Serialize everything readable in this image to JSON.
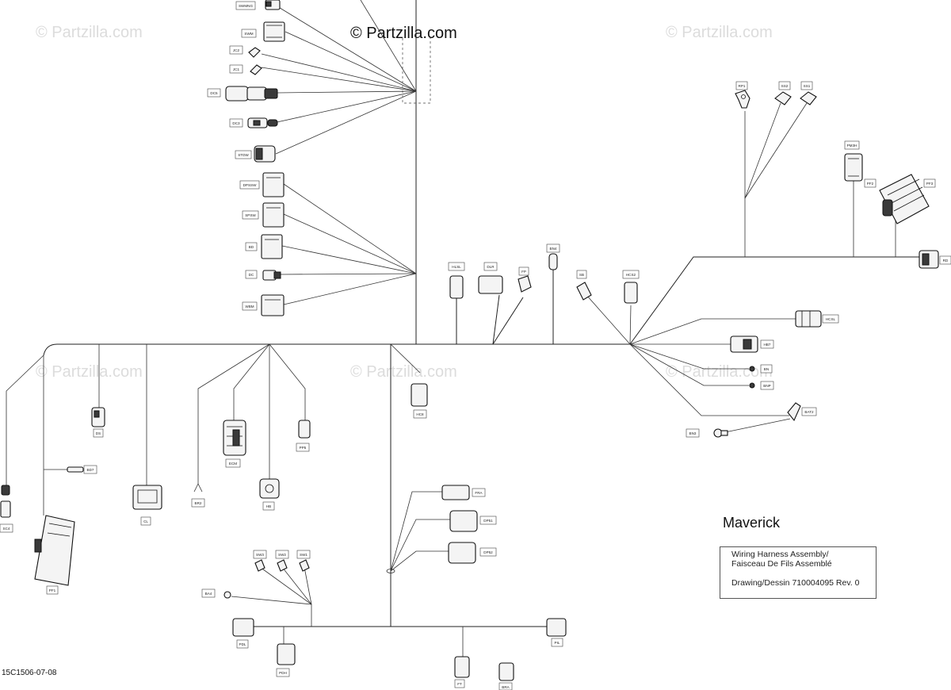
{
  "watermarks": {
    "main": "© Partzilla.com",
    "faint": "© Partzilla.com"
  },
  "model": "Maverick",
  "title_block": {
    "line1": "Wiring Harness Assembly/",
    "line2": "Faisceau De Fils Assemblé",
    "line3": "Drawing/Dessin 710004095 Rev. 0"
  },
  "drawing_code": "15C1506-07-08",
  "labels": {
    "swmng": "SWMNG",
    "swm": "SWM",
    "jc2": "JC2",
    "jc1": "JC1",
    "dc5": "DC5",
    "dc3": "DC3",
    "stdw": "STDW",
    "dpssw": "DPSSW",
    "spsw": "SPSW",
    "bd": "BD",
    "dc": "DC",
    "wbm": "WBM",
    "rp1": "RP1",
    "ss2": "SS2",
    "ss1": "SS1",
    "pm3h": "PM3H",
    "pf3": "PF3",
    "pf2": "PF2",
    "rd": "RD",
    "hlsl": "HLSL",
    "dlr": "DLR",
    "fp": "FP",
    "bn4": "BN4",
    "sb": "SB",
    "hcs2": "HCS2",
    "hcsl": "HCSL",
    "hb7": "HB7",
    "bn": "BN",
    "bnp": "BNP",
    "bat2": "BAT2",
    "bn3": "BN3",
    "ds": "DS",
    "cl": "CL",
    "bd7": "BD7",
    "sc4": "SC4",
    "pf1": "PF1",
    "ecm": "ECM",
    "br2": "BR2",
    "hb": "HB",
    "pp5": "PP5",
    "hc8": "HC8",
    "fra": "FRA",
    "dp51": "DP51",
    "dp52": "DP52",
    "sw3": "SW3",
    "sw2": "SW2",
    "sw1": "SW1",
    "ba4": "BA4",
    "pdl": "PDL",
    "pdh": "PDH",
    "pil": "PIL",
    "ft": "FT",
    "bra": "BRA"
  }
}
